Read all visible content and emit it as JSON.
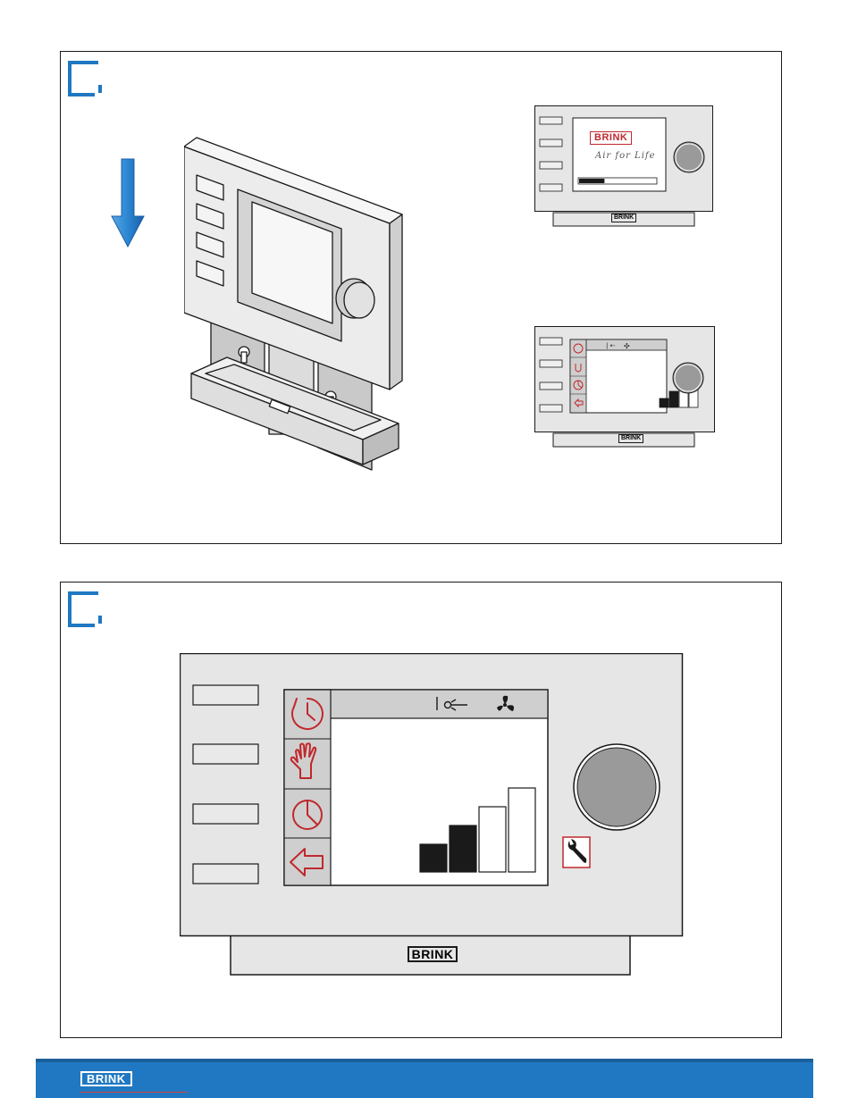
{
  "brand": {
    "name": "BRINK",
    "tagline": "Air for Life"
  },
  "colors": {
    "accent_blue": "#1f78c1",
    "icon_red": "#c0282d",
    "panel_grey": "#e6e6e6",
    "screen_header_grey": "#cfcfcf",
    "knob_grey": "#9a9a9a"
  },
  "figure_top": {
    "arrow": "down-arrow-icon",
    "boot_screen": {
      "logo": "BRINK",
      "tagline": "Air for Life",
      "progress": 0.33
    },
    "status_screen": {
      "menu_icons": [
        "clock-icon",
        "hand-icon",
        "pie-clock-icon",
        "back-arrow-icon"
      ],
      "header_icons": [
        "airflow-icon",
        "fan-icon"
      ],
      "fan_level": 2,
      "fan_levels_total": 4
    },
    "label_logo": "BRINK"
  },
  "figure_bottom": {
    "menu_icons": [
      "clock-icon",
      "hand-icon",
      "pie-clock-icon",
      "back-arrow-icon"
    ],
    "header_icons": [
      "airflow-icon",
      "fan-icon"
    ],
    "fan_level": 2,
    "fan_levels_total": 4,
    "service_icon": "wrench-icon",
    "label_logo": "BRINK"
  },
  "footer": {
    "logo": "BRINK"
  }
}
